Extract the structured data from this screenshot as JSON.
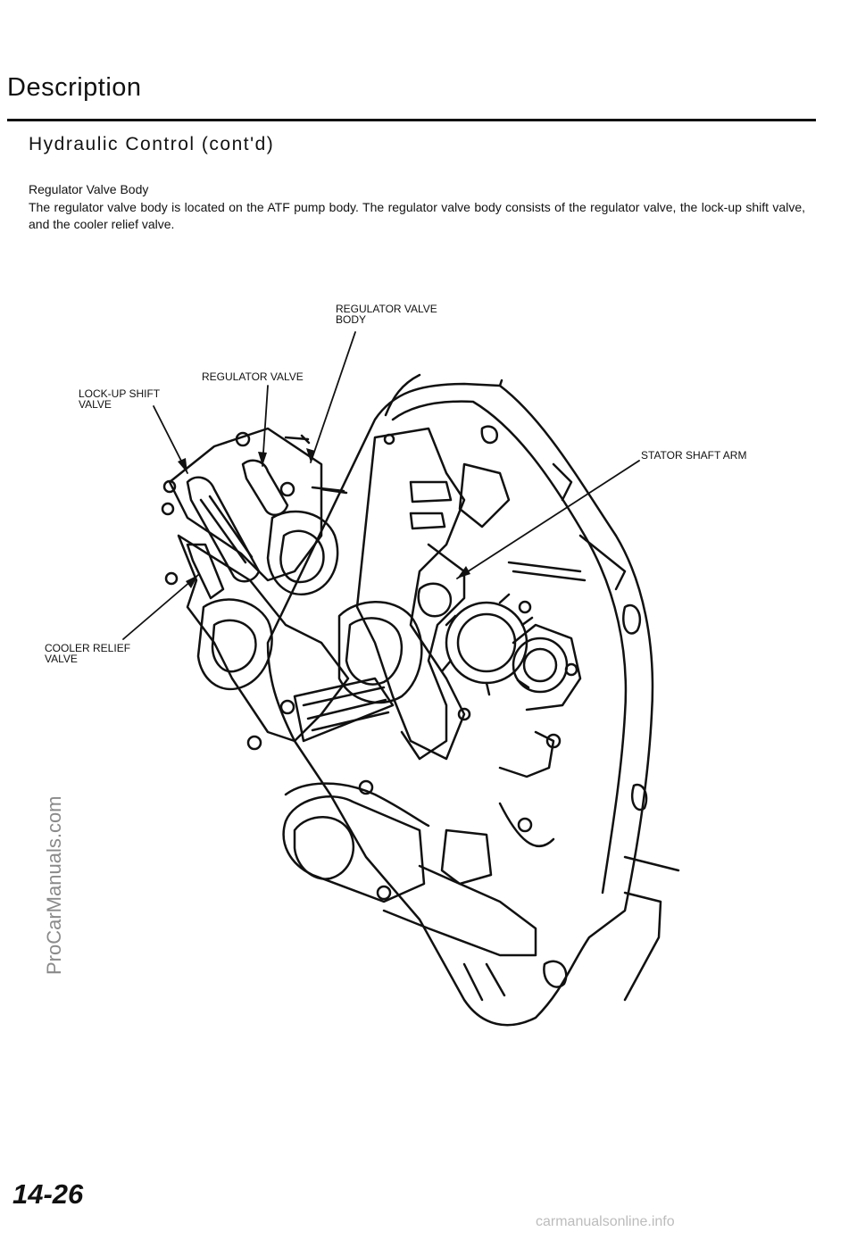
{
  "header": {
    "section_title": "Description",
    "subsection_title": "Hydraulic Control (cont'd)"
  },
  "content": {
    "heading": "Regulator Valve Body",
    "body": "The regulator valve body is located on the ATF pump body. The regulator valve body consists of the regulator valve, the lock-up shift valve, and the cooler relief valve."
  },
  "figure": {
    "callouts": {
      "regulator_valve_body": "REGULATOR VALVE\nBODY",
      "regulator_valve": "REGULATOR  VALVE",
      "lock_up_shift_valve": "LOCK-UP  SHIFT\nVALVE",
      "stator_shaft_arm": "STATOR  SHAFT  ARM",
      "cooler_relief_valve": "COOLER RELIEF\nVALVE"
    }
  },
  "footer": {
    "page_number": "14-26",
    "watermark": "ProCarManuals.com",
    "source": "carmanualsonline.info"
  }
}
